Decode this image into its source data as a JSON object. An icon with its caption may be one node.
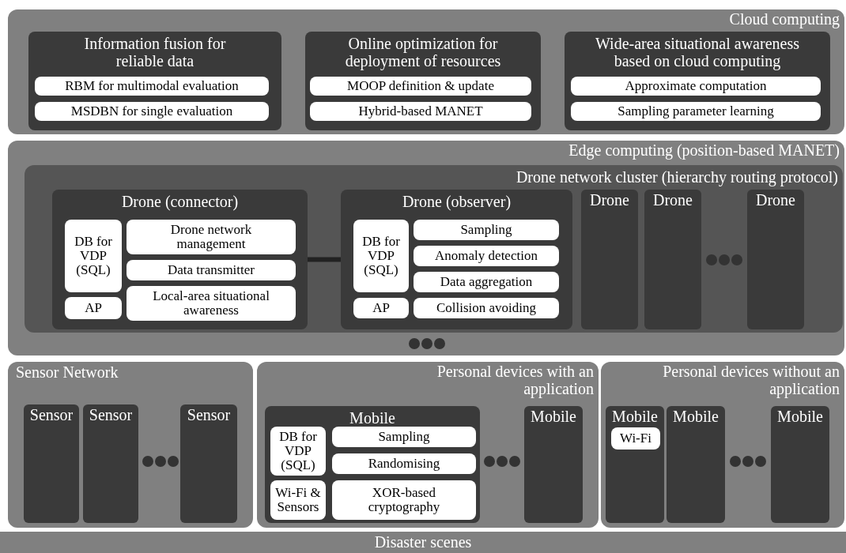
{
  "diagram": {
    "nodes": [
      {
        "text": [
          "Cloud computing"
        ]
      },
      {
        "text": [
          "Information fusion for reliable data"
        ],
        "in": 0
      },
      {
        "text": [
          "RBM for multimodal evaluation"
        ],
        "in": 1
      },
      {
        "text": [
          "MSDBN for single evaluation"
        ],
        "in": 1
      },
      {
        "text": [
          "Online optimization for deployment of resources"
        ],
        "in": 0
      },
      {
        "text": [
          "MOOP definition & update"
        ],
        "in": 4
      },
      {
        "text": [
          "Hybrid-based MANET"
        ],
        "in": 4
      },
      {
        "text": [
          "Wide-area situational awareness based on cloud computing"
        ],
        "in": 0
      },
      {
        "text": [
          "Approximate computation"
        ],
        "in": 7
      },
      {
        "text": [
          "Sampling parameter learning"
        ],
        "in": 7
      },
      {
        "text": [
          "Edge computing (position-based MANET)"
        ]
      },
      {
        "text": [
          "Drone network cluster (hierarchy routing protocol)"
        ],
        "in": 10
      },
      {
        "text": [
          "Drone (connector)"
        ],
        "in": 11
      },
      {
        "text": [
          "DB for VDP (SQL)"
        ],
        "in": 12
      },
      {
        "text": [
          "Drone network management"
        ],
        "in": 12
      },
      {
        "text": [
          "Data transmitter"
        ],
        "in": 12
      },
      {
        "text": [
          "AP"
        ],
        "in": 12
      },
      {
        "text": [
          "Local-area situational awareness"
        ],
        "in": 12
      },
      {
        "text": [
          "Drone (observer)"
        ],
        "in": 11
      },
      {
        "text": [
          "DB for VDP (SQL)"
        ],
        "in": 18
      },
      {
        "text": [
          "Sampling"
        ],
        "in": 18
      },
      {
        "text": [
          "Anomaly detection"
        ],
        "in": 18
      },
      {
        "text": [
          "Data aggregation"
        ],
        "in": 18
      },
      {
        "text": [
          "AP"
        ],
        "in": 18
      },
      {
        "text": [
          "Collision avoiding"
        ],
        "in": 18
      },
      {
        "text": [
          "Drone"
        ],
        "in": 11
      },
      {
        "text": [
          "Drone"
        ],
        "in": 11
      },
      {
        "text": [
          "Drone"
        ],
        "in": 11
      },
      {
        "text": [
          "Sensor Network"
        ]
      },
      {
        "text": [
          "Sensor"
        ],
        "in": 28
      },
      {
        "text": [
          "Sensor"
        ],
        "in": 28
      },
      {
        "text": [
          "Sensor"
        ],
        "in": 28
      },
      {
        "text": [
          "Personal devices with an application"
        ]
      },
      {
        "text": [
          "Mobile"
        ],
        "in": 32
      },
      {
        "text": [
          "DB for VDP (SQL)"
        ],
        "in": 33
      },
      {
        "text": [
          "Sampling"
        ],
        "in": 33
      },
      {
        "text": [
          "Randomising"
        ],
        "in": 33
      },
      {
        "text": [
          "Wi-Fi & Sensors"
        ],
        "in": 33
      },
      {
        "text": [
          "XOR-based cryptography"
        ],
        "in": 33
      },
      {
        "text": [
          "Mobile"
        ],
        "in": 32
      },
      {
        "text": [
          "Personal devices without an application"
        ]
      },
      {
        "text": [
          "Mobile"
        ],
        "in": 40
      },
      {
        "text": [
          "Wi-Fi"
        ],
        "in": 41
      },
      {
        "text": [
          "Mobile"
        ],
        "in": 40
      },
      {
        "text": [
          "Mobile"
        ],
        "in": 40
      },
      {
        "text": [
          "Disaster scenes"
        ]
      }
    ],
    "edges": [
      {
        "from": 12,
        "to": 18,
        "arrow": "none"
      }
    ]
  }
}
